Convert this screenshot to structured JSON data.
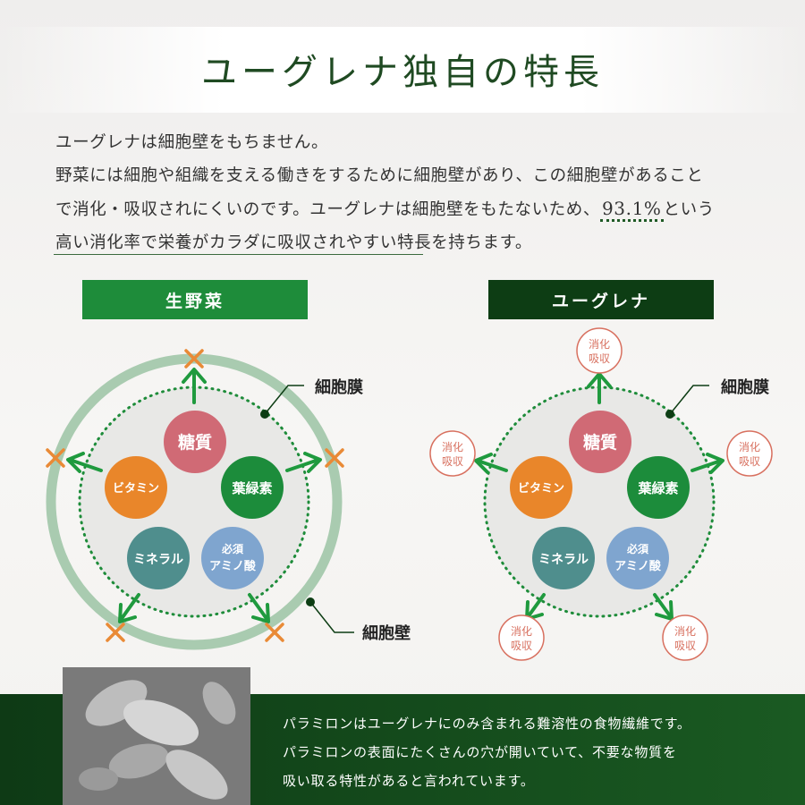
{
  "title": "ユーグレナ独自の特長",
  "intro": {
    "line1": "ユーグレナは細胞壁をもちません。",
    "line2": "野菜には細胞や組織を支える働きをするために細胞壁があり、この細胞壁があること",
    "line3_a": "で消化・吸収されにくいのです。ユーグレナは細胞壁をもたないため、",
    "line3_pct": "93.1%",
    "line3_b": "という",
    "line4": "高い消化率で栄養がカラダに吸収されやすい特長を持ちます。"
  },
  "labels": {
    "left": "生野菜",
    "right": "ユーグレナ"
  },
  "nutrients": {
    "sugar": "糖質",
    "vitamin": "ビタミン",
    "chlorophyll": "葉緑素",
    "mineral": "ミネラル",
    "amino_line1": "必須",
    "amino_line2": "アミノ酸"
  },
  "callouts": {
    "membrane": "細胞膜",
    "wall": "細胞壁"
  },
  "absorb": {
    "line1": "消化",
    "line2": "吸収"
  },
  "bottom": {
    "line1": "パラミロンはユーグレナにのみ含まれる難溶性の食物繊維です。",
    "line2": "パラミロンの表面にたくさんの穴が開いていて、不要な物質を",
    "line3": "吸い取る特性があると言われています。"
  },
  "colors": {
    "title": "#1f4a22",
    "left_label": "#1e8c3a",
    "right_label": "#0d3d14",
    "sugar": "#d06a75",
    "vitamin": "#e9862a",
    "chlorophyll": "#1c8c3b",
    "mineral": "#4f8e8d",
    "amino": "#7fa5cf",
    "cross": "#e98a36",
    "absorb": "#d8705f",
    "wall": "#a6c8ad",
    "arrow": "#1f9a3e"
  }
}
